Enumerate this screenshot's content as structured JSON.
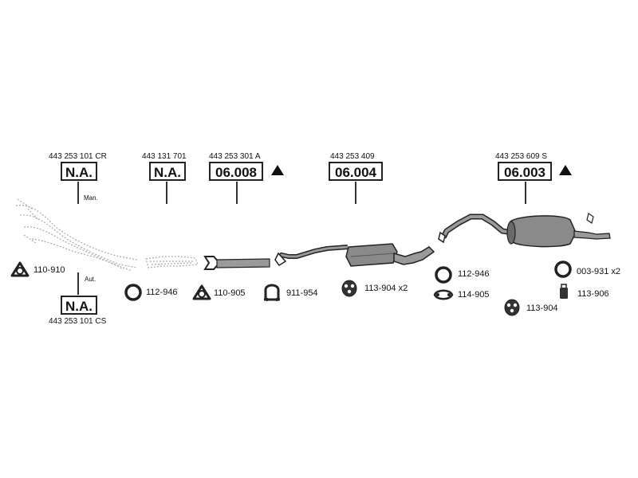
{
  "parts": {
    "manual_part": {
      "number": "443 253 101 CR",
      "code": "N.A.",
      "tag": "Man."
    },
    "auto_part": {
      "number": "443 253 101 CS",
      "code": "N.A.",
      "tag": "Aut."
    },
    "front_pipe": {
      "number": "443 131 701",
      "code": "N.A."
    },
    "intermediate_pipe": {
      "number": "443 253 301 A",
      "code": "06.008"
    },
    "centre_silencer": {
      "number": "443 253 409",
      "code": "06.004"
    },
    "rear_silencer": {
      "number": "443 253 609 S",
      "code": "06.003"
    }
  },
  "accessories": [
    {
      "label": "110-910",
      "icon": "flange-gasket-icon"
    },
    {
      "label": "112-946",
      "icon": "ring-gasket-icon"
    },
    {
      "label": "110-905",
      "icon": "flange-gasket-icon"
    },
    {
      "label": "911-954",
      "icon": "pipe-clamp-icon"
    },
    {
      "label": "113-904 x2",
      "icon": "rubber-mount-icon"
    },
    {
      "label": "112-946",
      "icon": "ring-gasket-icon"
    },
    {
      "label": "114-905",
      "icon": "rubber-strap-icon"
    },
    {
      "label": "113-904",
      "icon": "rubber-mount-icon"
    },
    {
      "label": "003-931 x2",
      "icon": "ring-gasket-icon"
    },
    {
      "label": "113-906",
      "icon": "rubber-buffer-icon"
    }
  ],
  "colors": {
    "ink": "#111111",
    "part_fill": "#8a8a8a",
    "part_dark": "#555555",
    "ghost": "#bbbbbb"
  }
}
